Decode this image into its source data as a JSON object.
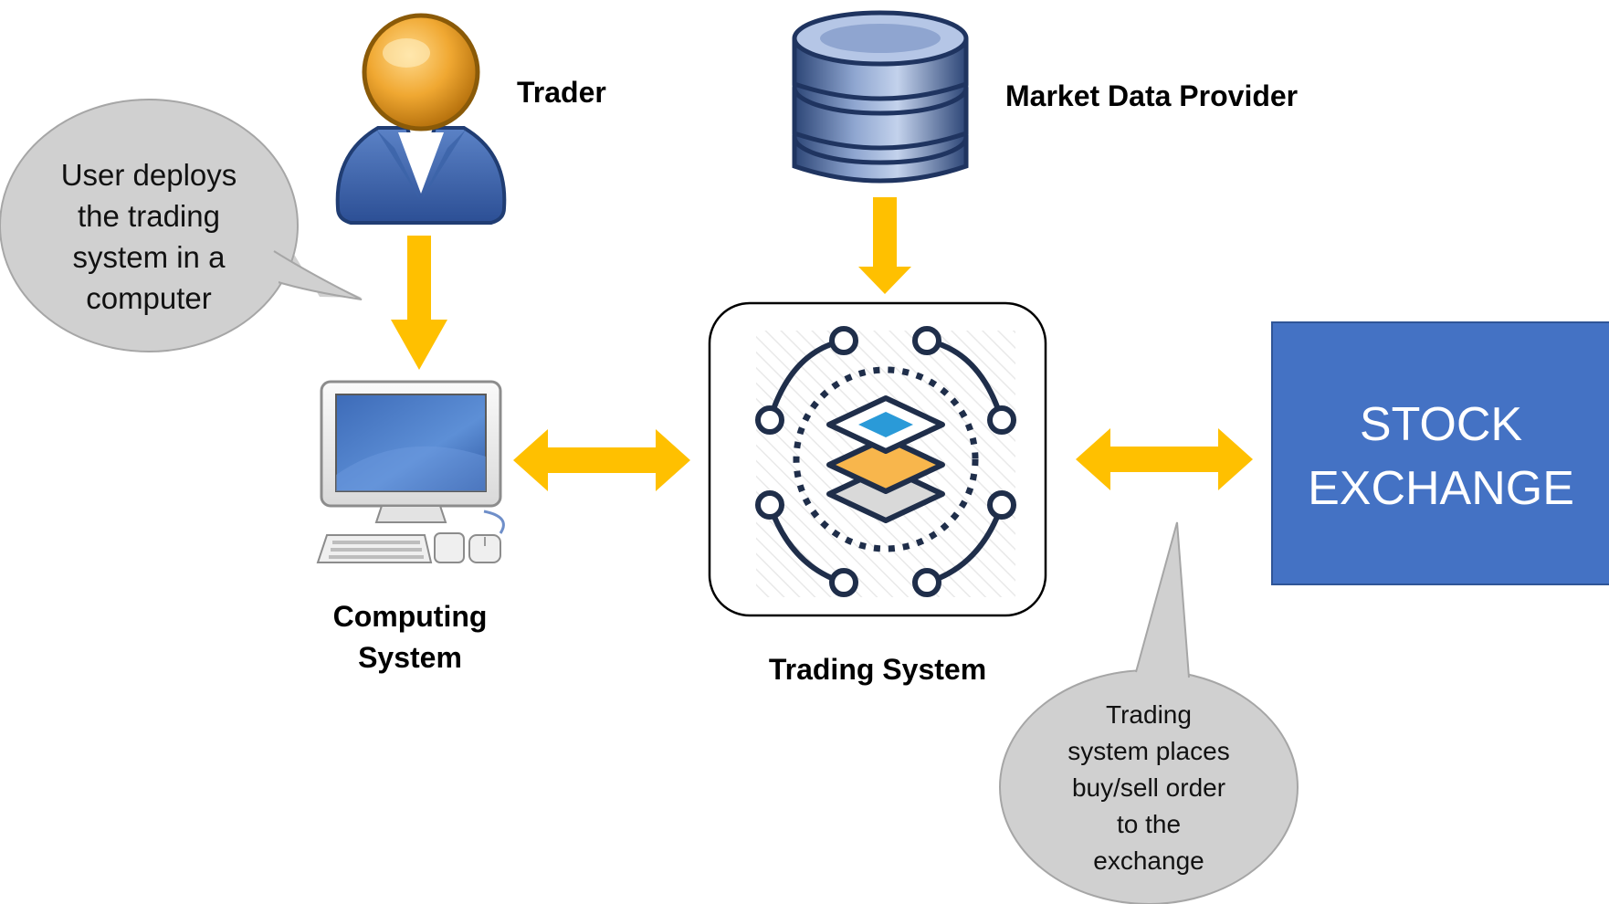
{
  "labels": {
    "trader": "Trader",
    "market_data_provider": "Market Data Provider",
    "computing_system_line1": "Computing",
    "computing_system_line2": "System",
    "trading_system": "Trading System"
  },
  "exchange": {
    "line1": "STOCK",
    "line2": "EXCHANGE",
    "fill_color": "#4472C4",
    "border_color": "#2F5597"
  },
  "callout_deploy": {
    "lines": [
      "User deploys",
      "the trading",
      "system in a",
      "computer"
    ]
  },
  "callout_order": {
    "lines": [
      "Trading",
      "system places",
      "buy/sell order",
      "to the",
      "exchange"
    ]
  },
  "colors": {
    "arrow": "#FFC000",
    "callout_fill": "#D0D0D0",
    "callout_border": "#A6A6A6"
  },
  "icons": {
    "trader": "person-icon",
    "market_data": "database-icon",
    "computing": "desktop-computer-icon",
    "trading": "layers-network-icon"
  }
}
